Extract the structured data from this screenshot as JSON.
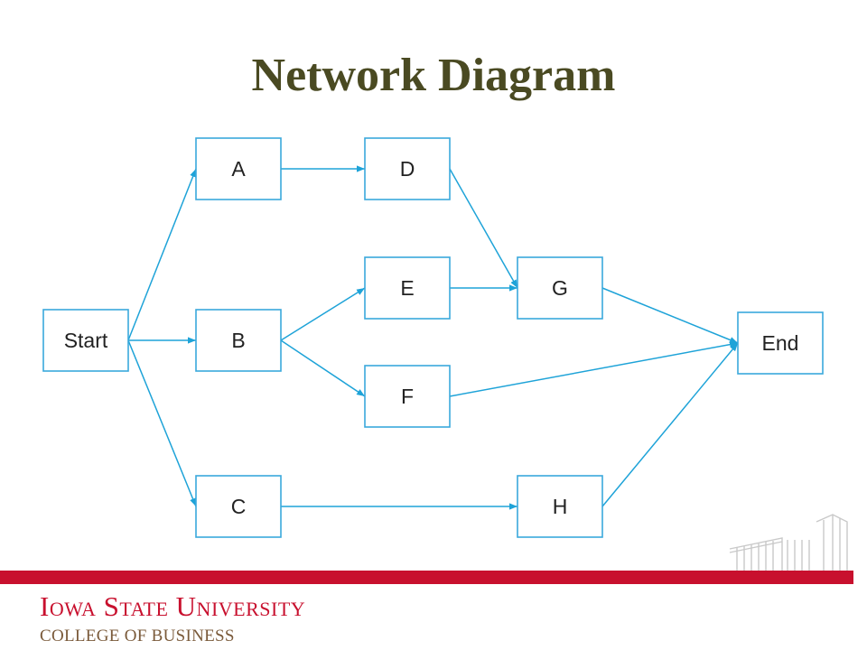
{
  "title": "Network Diagram",
  "nodes": [
    {
      "id": "start",
      "label": "Start"
    },
    {
      "id": "a",
      "label": "A"
    },
    {
      "id": "b",
      "label": "B"
    },
    {
      "id": "c",
      "label": "C"
    },
    {
      "id": "d",
      "label": "D"
    },
    {
      "id": "e",
      "label": "E"
    },
    {
      "id": "f",
      "label": "F"
    },
    {
      "id": "g",
      "label": "G"
    },
    {
      "id": "h",
      "label": "H"
    },
    {
      "id": "end",
      "label": "End"
    }
  ],
  "edges": [
    [
      "start",
      "a"
    ],
    [
      "start",
      "b"
    ],
    [
      "start",
      "c"
    ],
    [
      "a",
      "d"
    ],
    [
      "b",
      "e"
    ],
    [
      "b",
      "f"
    ],
    [
      "c",
      "h"
    ],
    [
      "d",
      "g"
    ],
    [
      "e",
      "g"
    ],
    [
      "g",
      "end"
    ],
    [
      "f",
      "end"
    ],
    [
      "h",
      "end"
    ]
  ],
  "footer": {
    "university": "Iowa State University",
    "college": "COLLEGE OF BUSINESS"
  },
  "colors": {
    "title": "#4a4a22",
    "edge": "#1ea3d8",
    "node_border": "#3aa8dc",
    "bar": "#c8102e"
  }
}
